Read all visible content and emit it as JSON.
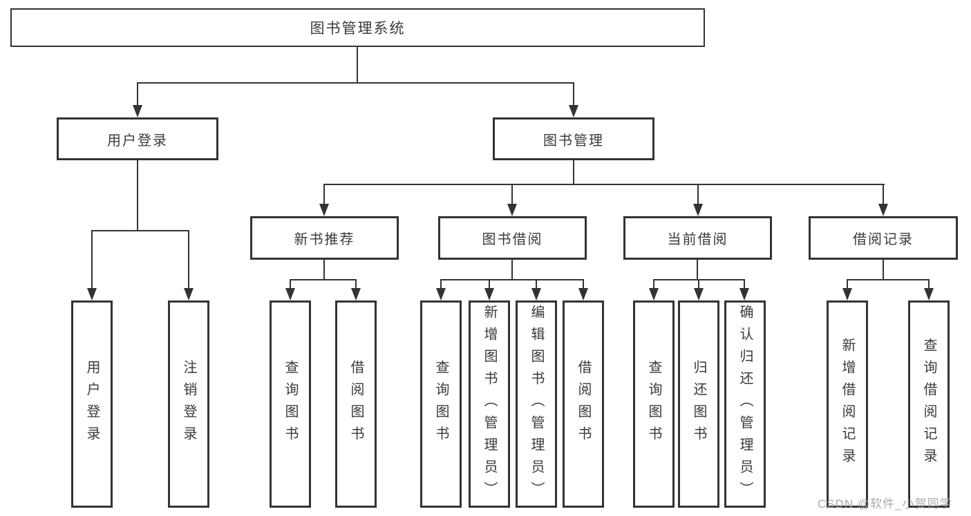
{
  "tree": {
    "label": "图书管理系统",
    "children": [
      {
        "label": "用户登录",
        "children": [
          {
            "label": "用户登录"
          },
          {
            "label": "注销登录"
          }
        ]
      },
      {
        "label": "图书管理",
        "children": [
          {
            "label": "新书推荐",
            "children": [
              {
                "label": "查询图书"
              },
              {
                "label": "借阅图书"
              }
            ]
          },
          {
            "label": "图书借阅",
            "children": [
              {
                "label": "查询图书"
              },
              {
                "label": "新增图书（管理员）"
              },
              {
                "label": "编辑图书（管理员）"
              },
              {
                "label": "借阅图书"
              }
            ]
          },
          {
            "label": "当前借阅",
            "children": [
              {
                "label": "查询图书"
              },
              {
                "label": "归还图书"
              },
              {
                "label": "确认归还（管理员）"
              }
            ]
          },
          {
            "label": "借阅记录",
            "children": [
              {
                "label": "新增借阅记录"
              },
              {
                "label": "查询借阅记录"
              }
            ]
          }
        ]
      }
    ]
  },
  "watermark": {
    "text": "CSDN @软件_小贺同学"
  },
  "colors": {
    "line": "#333333",
    "box_border": "#333333",
    "text": "#3a3a3a",
    "background": "#ffffff",
    "watermark": "#9e9e9e"
  }
}
